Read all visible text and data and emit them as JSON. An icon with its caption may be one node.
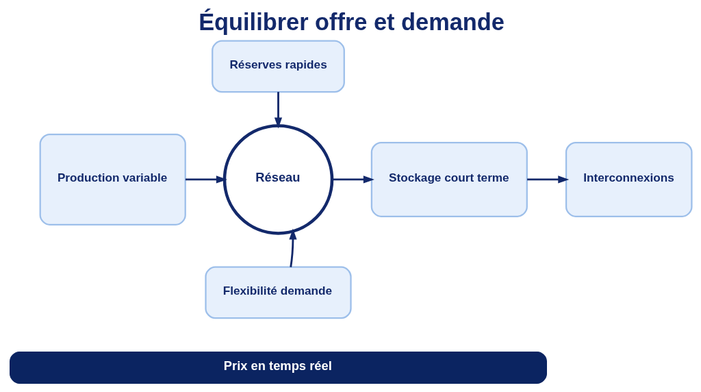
{
  "diagram": {
    "title": "Équilibrer offre et demande",
    "nodes": [
      {
        "text": [
          "Réserves rapides"
        ]
      },
      {
        "text": [
          "Production variable"
        ]
      },
      {
        "text": [
          "Réseau"
        ]
      },
      {
        "text": [
          "Stockage court terme"
        ]
      },
      {
        "text": [
          "Interconnexions"
        ]
      },
      {
        "text": [
          "Flexibilité demande"
        ]
      },
      {
        "text": [
          "Prix en temps réel"
        ]
      }
    ],
    "edges": [
      {
        "from": 0,
        "to": 2,
        "arrow": "to"
      },
      {
        "from": 1,
        "to": 2,
        "arrow": "to"
      },
      {
        "from": 2,
        "to": 3,
        "arrow": "to"
      },
      {
        "from": 3,
        "to": 4,
        "arrow": "to"
      },
      {
        "from": 5,
        "to": 2,
        "arrow": "to"
      }
    ]
  }
}
